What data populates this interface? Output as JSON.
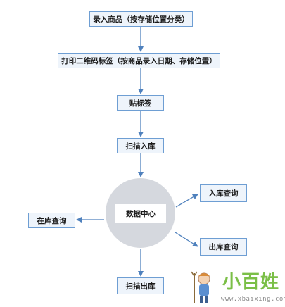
{
  "nodes": {
    "enter_goods": "录入商品（按存储位置分类）",
    "print_label": "打印二维码标签（按商品录入日期、存储位置）",
    "attach_label": "贴标签",
    "scan_in": "扫描入库",
    "hub": "数据中心",
    "inbound_query": "入库查询",
    "stock_query": "在库查询",
    "outbound_query": "出库查询",
    "scan_out": "扫描出库"
  },
  "watermark": {
    "title": "小百姓",
    "url": "www.xbaixing.com"
  },
  "colors": {
    "node_fill": "#eef4fb",
    "node_border": "#6e9ed3",
    "arrow": "#4f81bd",
    "hub": "#d5d8de",
    "watermark_green": "#7bbf47"
  }
}
